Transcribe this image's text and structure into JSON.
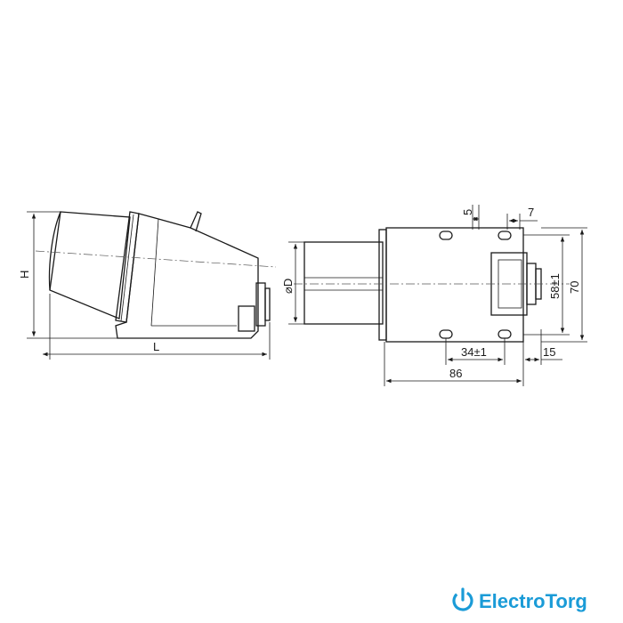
{
  "side_view": {
    "height_label": "H",
    "length_label": "L"
  },
  "front_view": {
    "diameter_label": "⌀D",
    "dim_5": "5",
    "dim_7": "7",
    "dim_58": "58±1",
    "dim_70": "70",
    "dim_34": "34±1",
    "dim_15": "15",
    "dim_86": "86"
  },
  "logo": {
    "text": "ElectroTorg",
    "color": "#1a9bd7"
  },
  "colors": {
    "line": "#1a1a1a",
    "background": "#ffffff"
  }
}
